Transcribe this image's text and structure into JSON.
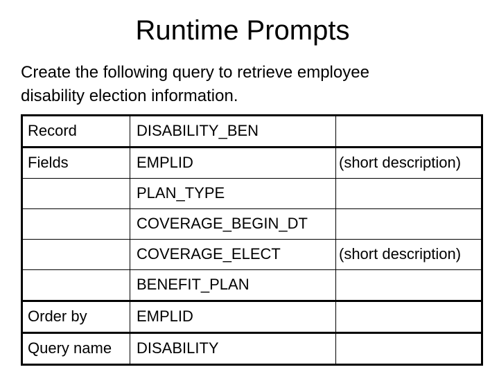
{
  "slide": {
    "title": "Runtime Prompts",
    "intro_lines": [
      "Create the following query to retrieve employee",
      "disability election information."
    ]
  },
  "table": {
    "rows": [
      {
        "label": "Record",
        "field": "DISABILITY_BEN",
        "note": ""
      },
      {
        "label": "Fields",
        "field": "EMPLID",
        "note": "(short description)"
      },
      {
        "label": "",
        "field": "PLAN_TYPE",
        "note": ""
      },
      {
        "label": "",
        "field": "COVERAGE_BEGIN_DT",
        "note": ""
      },
      {
        "label": "",
        "field": "COVERAGE_ELECT",
        "note": "(short description)"
      },
      {
        "label": "",
        "field": "BENEFIT_PLAN",
        "note": ""
      },
      {
        "label": "Order by",
        "field": "EMPLID",
        "note": ""
      },
      {
        "label": "Query name",
        "field": "DISABILITY",
        "note": ""
      }
    ]
  },
  "colors": {
    "background": "#ffffff",
    "text": "#000000",
    "border": "#000000"
  }
}
